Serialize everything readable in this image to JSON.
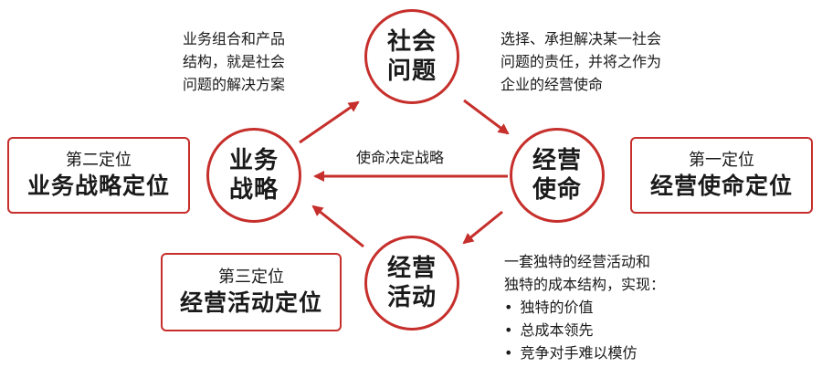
{
  "nodes": {
    "social": {
      "line1": "社会",
      "line2": "问题"
    },
    "business": {
      "line1": "业务",
      "line2": "战略"
    },
    "mission": {
      "line1": "经营",
      "line2": "使命"
    },
    "activity": {
      "line1": "经营",
      "line2": "活动"
    }
  },
  "boxes": {
    "second": {
      "small": "第二定位",
      "big": "业务战略定位"
    },
    "first": {
      "small": "第一定位",
      "big": "经营使命定位"
    },
    "third": {
      "small": "第三定位",
      "big": "经营活动定位"
    }
  },
  "notes": {
    "top_left": [
      "业务组合和产品",
      "结构，就是社会",
      "问题的解决方案"
    ],
    "top_right": [
      "选择、承担解决某一社会",
      "问题的责任，并将之作为",
      "企业的经营使命"
    ],
    "bottom_right": {
      "lines": [
        "一套独特的经营活动和",
        "独特的成本结构，实现："
      ],
      "bullets": [
        "独特的价值",
        "总成本领先",
        "竞争对手难以模仿"
      ]
    }
  },
  "arrow_label": "使命决定战略",
  "colors": {
    "accent": "#c62f2b",
    "text": "#1a1a1a"
  }
}
